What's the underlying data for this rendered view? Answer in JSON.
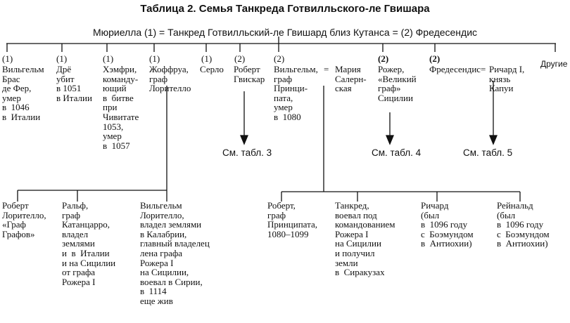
{
  "title": "Таблица 2. Семья Танкреда Готвилльского-ле Гвишара",
  "parents": "Мюриелла (1) = Танкред Готвилльский-ле Гвишард близ Кутанса = (2) Фредесендис",
  "children": [
    {
      "mark": "(1)",
      "text": "Вильгельм\nБрас\nде Фер,\nумер\nв  1046\nв  Италии"
    },
    {
      "mark": "(1)",
      "text": "Дрё\nубит\nв 1051\nв Италии"
    },
    {
      "mark": "(1)",
      "text": "Хэмфри,\nкоманду-\nющий\nв  битве\nпри\nЧивитате\n1053,\nумер\nв  1057"
    },
    {
      "mark": "(1)",
      "text": "Жоффруа,\nграф\nЛорителло"
    },
    {
      "mark": "(1)",
      "text": "Серло"
    },
    {
      "mark": "(2)",
      "text": "Роберт\nГвискар"
    },
    {
      "mark": "(2)",
      "text": "Вильгельм,\nграф\nПринци-\nпата,\nумер\nв  1080"
    },
    {
      "mark": "",
      "text": "Мария\nСалерн-\nская"
    },
    {
      "mark": "(2)",
      "text": "Рожер,\n«Великий\nграф»\nСицилии"
    },
    {
      "mark": "(2)",
      "text": "Фредесендис"
    },
    {
      "mark": "",
      "text": "Ричард I,\nкнязь\nКапуи"
    },
    {
      "mark": "",
      "text": "Другие"
    }
  ],
  "eq": "=",
  "refs": [
    "См. табл. 3",
    "См. табл. 4",
    "См. табл. 5"
  ],
  "grandchildren_loritello": [
    "Роберт\nЛорителло,\n«Граф\nГрафов»",
    "Ральф,\nграф\nКатанцарро,\nвладел\nземлями\nи  в  Италии\nи на Сицилии\nот графа\nРожера I",
    "Вильгельм\nЛорителло,\nвладел землями\nв Калабрии,\nглавный владелец\nлена графа\nРожера I\nна Сицилии,\nвоевал в Сирии,\nв  1114\nеще жив"
  ],
  "grandchildren_principate": [
    "Роберт,\nграф\nПринципата,\n1080–1099",
    "Танкред,\nвоевал под\nкомандованием\nРожера I\nна Сицилии\nи получил\nземли\nв  Сиракузах",
    "Ричард\n(был\nв  1096 году\nс  Боэмундом\nв  Антиохии)",
    "Рейнальд\n(был\nв  1096 году\nс  Боэмундом\nв  Антиохии)"
  ]
}
